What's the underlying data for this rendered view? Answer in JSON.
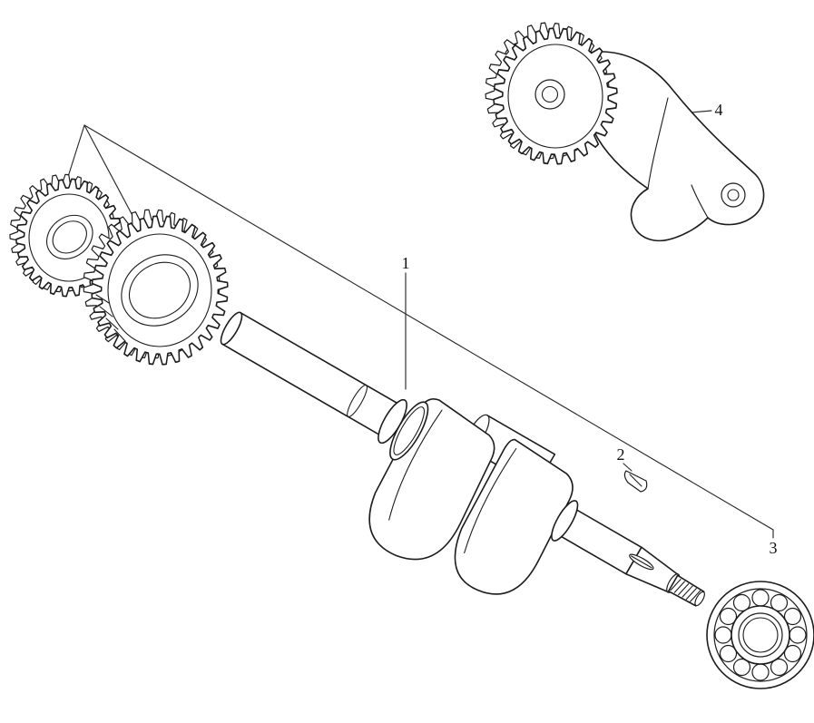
{
  "figure": {
    "paper_color": "#ffffff",
    "ink_color": "#1c1c1c",
    "callouts": {
      "c1": "1",
      "c2": "2",
      "c3": "3",
      "c4": "4"
    }
  }
}
